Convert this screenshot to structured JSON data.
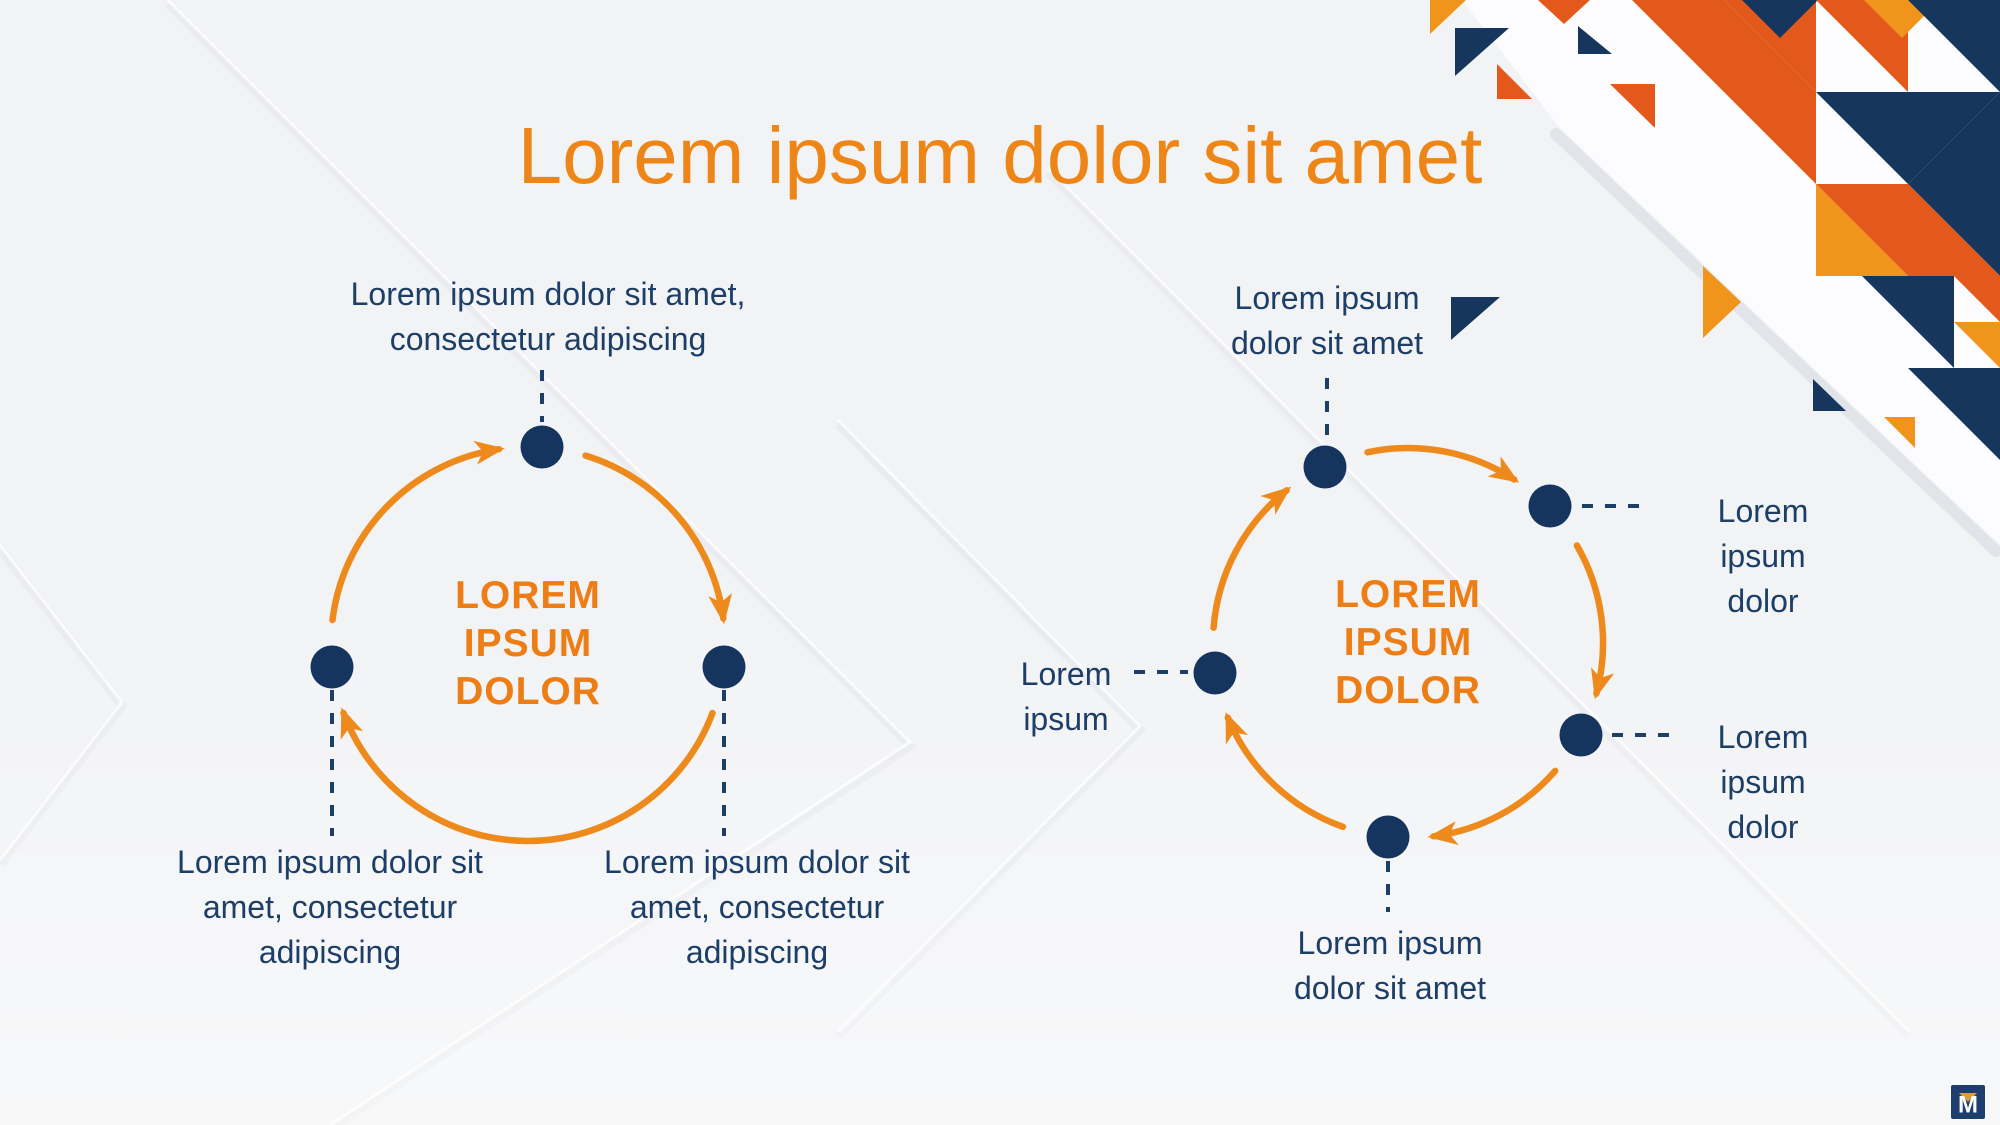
{
  "slide": {
    "title": "Lorem ipsum dolor sit amet",
    "colors": {
      "title_orange": "#EE8617",
      "arrow_orange": "#EE8A1C",
      "center_text_orange": "#ED7D15",
      "node_navy": "#16355E",
      "label_navy": "#1C3E67",
      "mosaic_dark_orange": "#E3591B",
      "mosaic_amber": "#F0941C",
      "mosaic_navy": "#17365D",
      "background": "#F2F3F5"
    }
  },
  "left_diagram": {
    "center_label": "LOREM\nIPSUM\nDOLOR",
    "top_label": "Lorem ipsum dolor sit amet,\nconsectetur adipiscing",
    "bottom_left_label": "Lorem ipsum dolor sit\namet, consectetur\nadipiscing",
    "bottom_right_label": "Lorem ipsum dolor sit\namet, consectetur\nadipiscing"
  },
  "right_diagram": {
    "center_label": "LOREM\nIPSUM\nDOLOR",
    "top_label": "Lorem ipsum\ndolor sit amet",
    "left_label": "Lorem\nipsum",
    "right_top_label": "Lorem\nipsum\ndolor",
    "right_bottom_label": "Lorem\nipsum\ndolor",
    "bottom_label": "Lorem ipsum\ndolor sit amet"
  },
  "logo": {
    "letter": "M"
  }
}
